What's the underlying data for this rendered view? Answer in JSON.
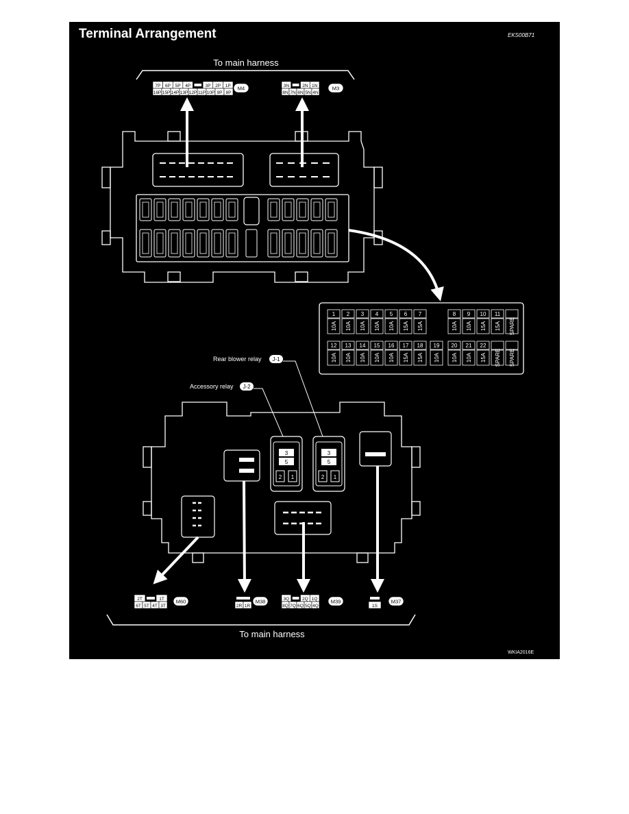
{
  "title": "Terminal Arrangement",
  "doc_code": "EKS00B71",
  "figure_code": "WKIA2016E",
  "top_caption": "To main harness",
  "bottom_caption": "To main harness",
  "relays": {
    "rear_blower_label": "Rear blower relay",
    "rear_blower_tag": "J-1",
    "accessory_label": "Accessory relay",
    "accessory_tag": "J-2",
    "terminals": [
      "3",
      "5",
      "2",
      "1"
    ]
  },
  "connectors": {
    "m4": {
      "tag": "M4",
      "row1": [
        "7P",
        "6P",
        "5P",
        "4P",
        "",
        "3P",
        "2P",
        "1P"
      ],
      "row2": [
        "16P",
        "15P",
        "14P",
        "13P",
        "12P",
        "11P",
        "10P",
        "9P",
        "8P"
      ]
    },
    "m3": {
      "tag": "M3",
      "row1": [
        "3N",
        "",
        "2N",
        "1N"
      ],
      "row2": [
        "8N",
        "7N",
        "6N",
        "5N",
        "4N"
      ]
    },
    "m60": {
      "tag": "M60",
      "row1": [
        "2T",
        "",
        "1T"
      ],
      "row2": [
        "6T",
        "5T",
        "4T",
        "3T"
      ]
    },
    "m38": {
      "tag": "M38",
      "row1": [
        ""
      ],
      "row2": [
        "2R",
        "1R"
      ]
    },
    "m39": {
      "tag": "M39",
      "row1": [
        "3Q",
        "",
        "2Q",
        "1Q"
      ],
      "row2": [
        "8Q",
        "7Q",
        "6Q",
        "5Q",
        "4Q"
      ]
    },
    "m37": {
      "tag": "M37",
      "row1": [
        ""
      ],
      "row2": [
        "1S"
      ]
    }
  },
  "fuses": {
    "top": [
      {
        "no": "1",
        "amp": "10A"
      },
      {
        "no": "2",
        "amp": "10A"
      },
      {
        "no": "3",
        "amp": "10A"
      },
      {
        "no": "4",
        "amp": "10A"
      },
      {
        "no": "5",
        "amp": "10A"
      },
      {
        "no": "6",
        "amp": "15A"
      },
      {
        "no": "7",
        "amp": "15A"
      },
      {
        "no": "8",
        "amp": "10A"
      },
      {
        "no": "9",
        "amp": "10A"
      },
      {
        "no": "10",
        "amp": "15A"
      },
      {
        "no": "11",
        "amp": "15A"
      },
      {
        "no": "",
        "amp": "SPARE"
      }
    ],
    "bottom": [
      {
        "no": "12",
        "amp": "10A"
      },
      {
        "no": "13",
        "amp": "10A"
      },
      {
        "no": "14",
        "amp": "10A"
      },
      {
        "no": "15",
        "amp": "10A"
      },
      {
        "no": "16",
        "amp": "10A"
      },
      {
        "no": "17",
        "amp": "15A"
      },
      {
        "no": "18",
        "amp": "15A"
      },
      {
        "no": "19",
        "amp": "10A"
      },
      {
        "no": "20",
        "amp": "10A"
      },
      {
        "no": "21",
        "amp": "10A"
      },
      {
        "no": "22",
        "amp": "15A"
      },
      {
        "no": "",
        "amp": "SPARE"
      },
      {
        "no": "",
        "amp": "SPARE"
      }
    ]
  }
}
